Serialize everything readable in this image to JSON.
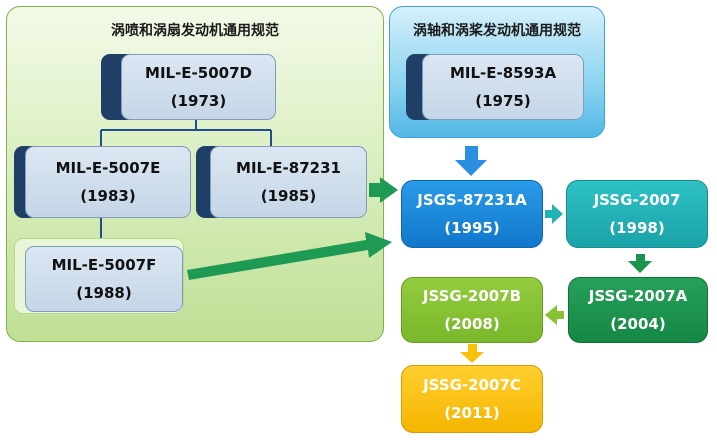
{
  "groups": {
    "turbojet_turbofan_title": "涡喷和涡扇发动机通用规范",
    "turboshaft_turboprop_title": "涡轴和涡桨发动机通用规范"
  },
  "boxes": {
    "mil_e_5007d": {
      "name": "MIL-E-5007D",
      "year": "(1973)"
    },
    "mil_e_5007e": {
      "name": "MIL-E-5007E",
      "year": "(1983)"
    },
    "mil_e_87231": {
      "name": "MIL-E-87231",
      "year": "(1985)"
    },
    "mil_e_5007f": {
      "name": "MIL-E-5007F",
      "year": "(1988)"
    },
    "mil_e_8593a": {
      "name": "MIL-E-8593A",
      "year": "(1975)"
    },
    "jsgs_87231a": {
      "name": "JSGS-87231A",
      "year": "(1995)"
    },
    "jssg_2007": {
      "name": "JSSG-2007",
      "year": "(1998)"
    },
    "jssg_2007a": {
      "name": "JSSG-2007A",
      "year": "(2004)"
    },
    "jssg_2007b": {
      "name": "JSSG-2007B",
      "year": "(2008)"
    },
    "jssg_2007c": {
      "name": "JSSG-2007C",
      "year": "(2011)"
    }
  },
  "colors": {
    "group_green": "#d6ecb9",
    "group_blue": "#8ad3f0",
    "jsgs_87231a": "#1a88da",
    "jssg_2007": "#22b2b6",
    "jssg_2007a": "#1a9550",
    "jssg_2007b": "#86c234",
    "jssg_2007c": "#f9c20a",
    "connector": "#1f4f8f",
    "arrow_green": "#1f9a55"
  }
}
